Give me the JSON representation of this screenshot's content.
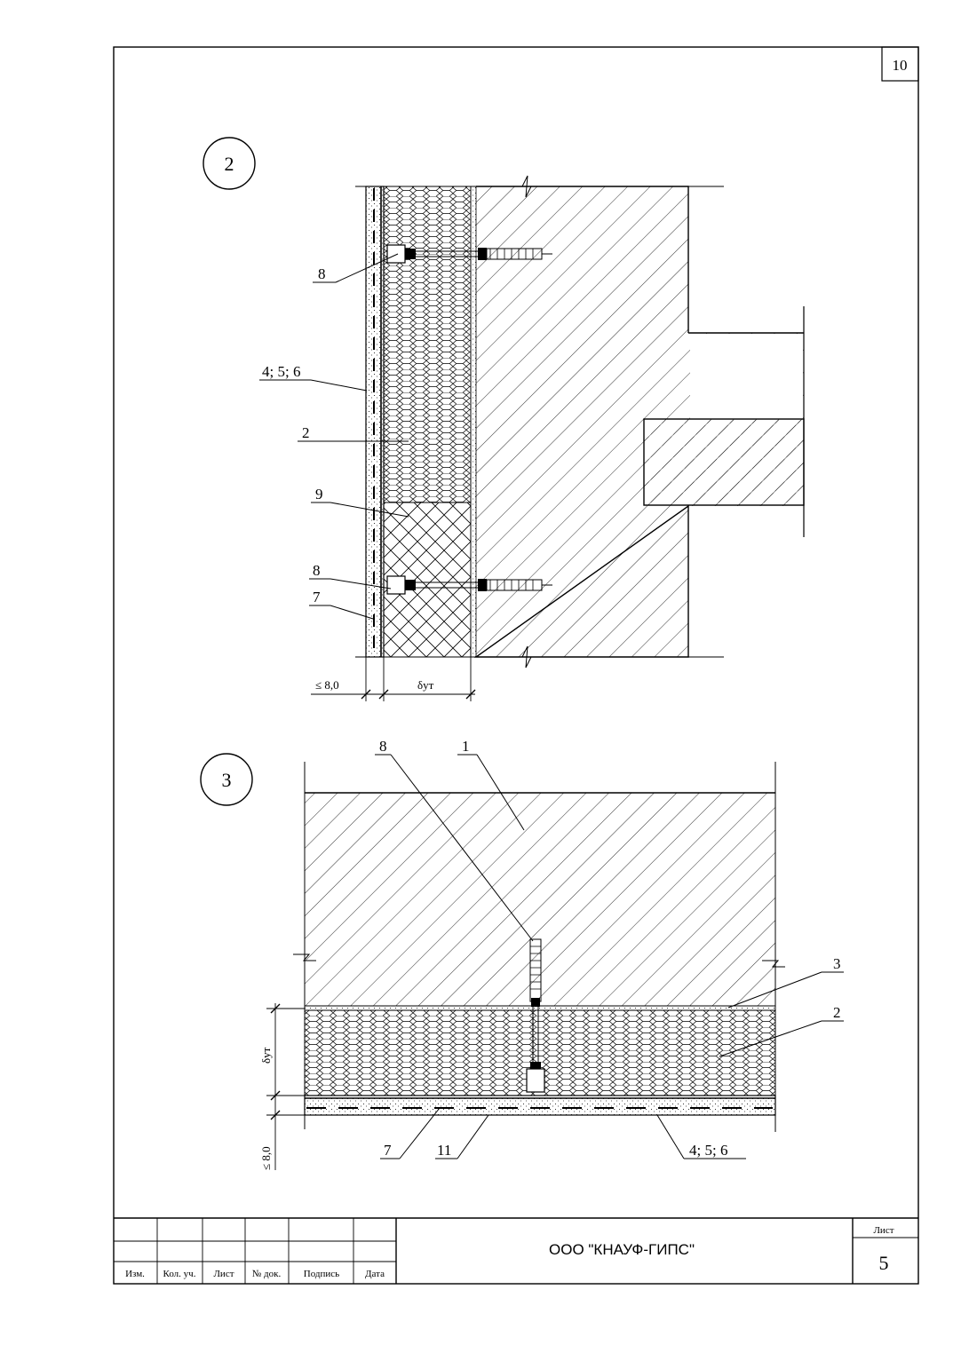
{
  "sheet_number_top": "10",
  "detail_2": {
    "marker": "2",
    "labels": {
      "l8a": "8",
      "l456": "4; 5; 6",
      "l2": "2",
      "l9": "9",
      "l8b": "8",
      "l7": "7"
    },
    "dim_plaster": "≤ 8,0",
    "dim_insulation": "δут"
  },
  "detail_3": {
    "marker": "3",
    "labels": {
      "l8": "8",
      "l1": "1",
      "l3": "3",
      "l2": "2",
      "l7": "7",
      "l11": "11",
      "l456": "4; 5; 6"
    },
    "dim_insulation": "δут",
    "dim_plaster": "≤ 8,0"
  },
  "title_block": {
    "company": "ООО \"КНАУФ-ГИПС\"",
    "sheet_label": "Лист",
    "sheet_value": "5",
    "columns": [
      "Изм.",
      "Кол. уч.",
      "Лист",
      "№ док.",
      "Подпись",
      "Дата"
    ]
  }
}
